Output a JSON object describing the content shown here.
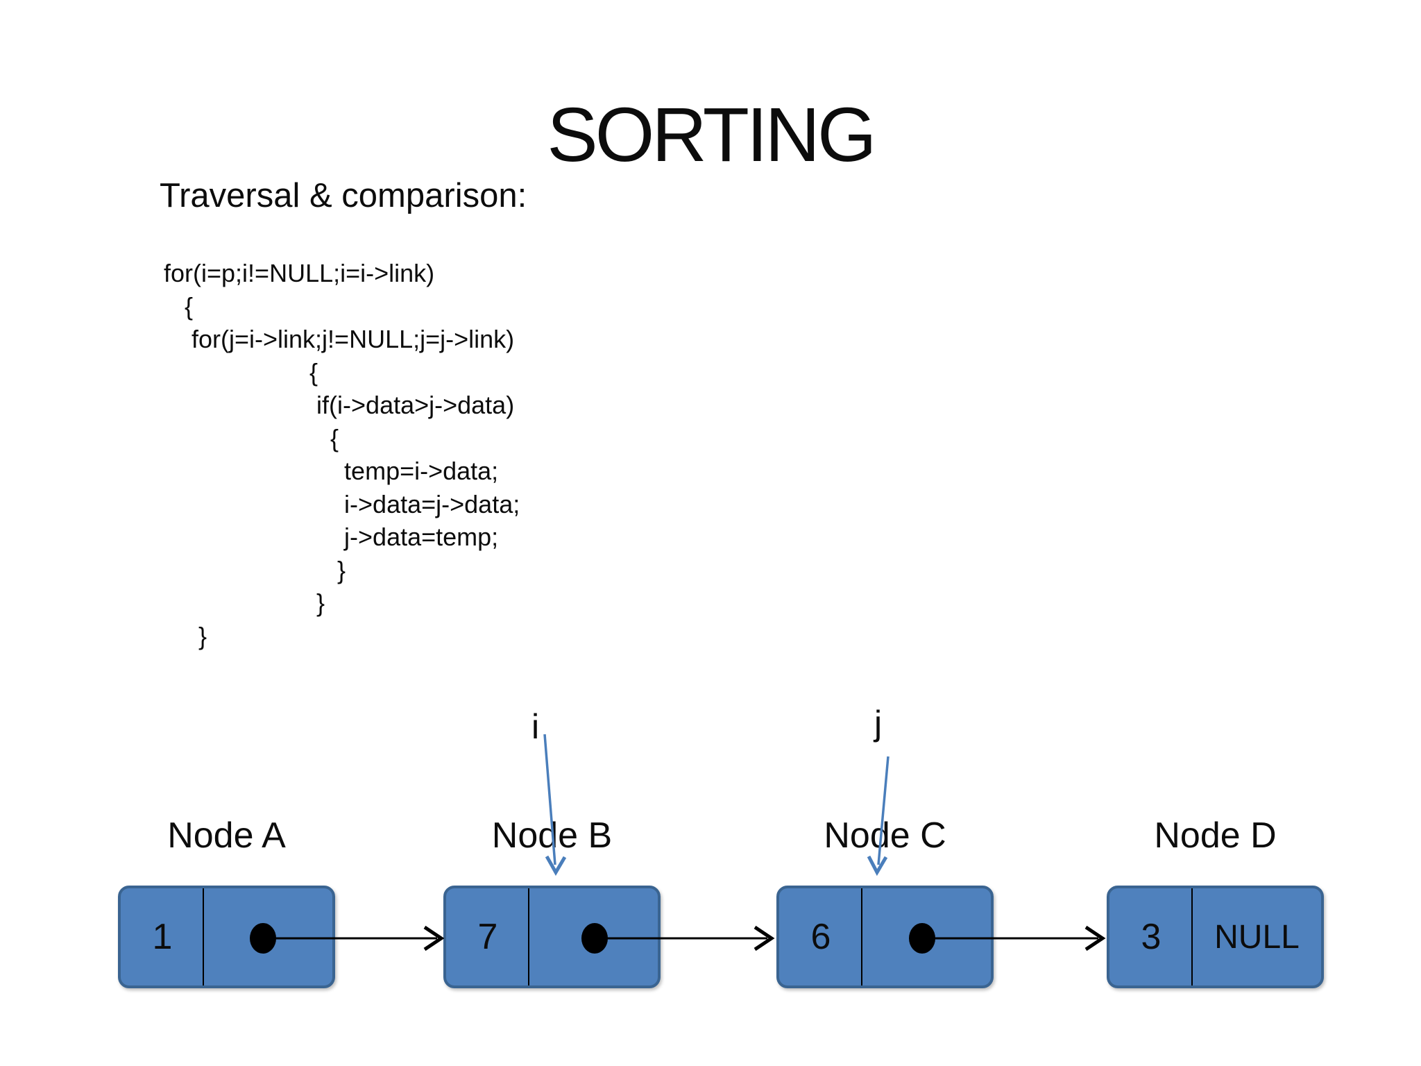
{
  "slide": {
    "title": "SORTING",
    "subtitle": "Traversal & comparison:",
    "code_lines": [
      "for(i=p;i!=NULL;i=i->link)",
      "   {",
      "    for(j=i->link;j!=NULL;j=j->link)",
      "                     {",
      "                      if(i->data>j->data)",
      "                        {",
      "                          temp=i->data;",
      "                          i->data=j->data;",
      "                          j->data=temp;",
      "                         }",
      "                      }",
      "     }"
    ]
  },
  "diagram": {
    "pointers": [
      {
        "label": "i",
        "points_to": "Node B"
      },
      {
        "label": "j",
        "points_to": "Node C"
      }
    ],
    "nodes": [
      {
        "label": "Node A",
        "data": "1",
        "link": "pointer-to-next"
      },
      {
        "label": "Node B",
        "data": "7",
        "link": "pointer-to-next"
      },
      {
        "label": "Node C",
        "data": "6",
        "link": "pointer-to-next"
      },
      {
        "label": "Node D",
        "data": "3",
        "link_text": "NULL"
      }
    ],
    "colors": {
      "node_fill": "#4f81bd",
      "node_border": "#3a6491",
      "divider": "#000000",
      "dot": "#000000",
      "arrow_black": "#000000",
      "arrow_blue": "#4a7ebb"
    }
  }
}
